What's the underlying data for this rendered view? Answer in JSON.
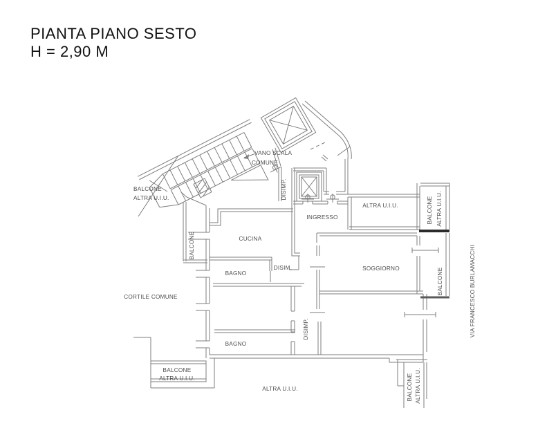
{
  "title": {
    "line1": "PIANTA PIANO SESTO",
    "line2": "H = 2,90 M"
  },
  "labels": {
    "balcone_top_left_1": "BALCONE",
    "balcone_top_left_2": "ALTRA U.I.U.",
    "vano_scala_1": "VANO SCALA",
    "vano_scala_2": "COMUNE",
    "disimp_vano": "DISIMP.",
    "ingresso": "INGRESSO",
    "altra_uiu_top": "ALTRA U.I.U.",
    "balcone_right_top_1": "BALCONE",
    "balcone_right_top_2": "ALTRA U.I.U.",
    "cucina": "CUCINA",
    "balcone_left": "BALCONE",
    "disim": "DISIM.",
    "bagno_1": "BAGNO",
    "soggiorno": "SOGGIORNO",
    "balcone_right": "BALCONE",
    "cortile_comune": "CORTILE COMUNE",
    "via_street": "VIA FRANCESCO BURLAMACCHI",
    "disimp_center": "DISIMP.",
    "bagno_2": "BAGNO",
    "balcone_bottom_left_1": "BALCONE",
    "balcone_bottom_left_2": "ALTRA U.I.U.",
    "altra_uiu_bottom": "ALTRA U.I.U.",
    "balcone_bottom_right_1": "BALCONE",
    "balcone_bottom_right_2": "ALTRA U.I.U."
  },
  "colors": {
    "background": "#ffffff",
    "wall": "#7d7d7d",
    "label": "#4d4d4d",
    "title": "#111111",
    "divider": "#2b2b2b"
  }
}
